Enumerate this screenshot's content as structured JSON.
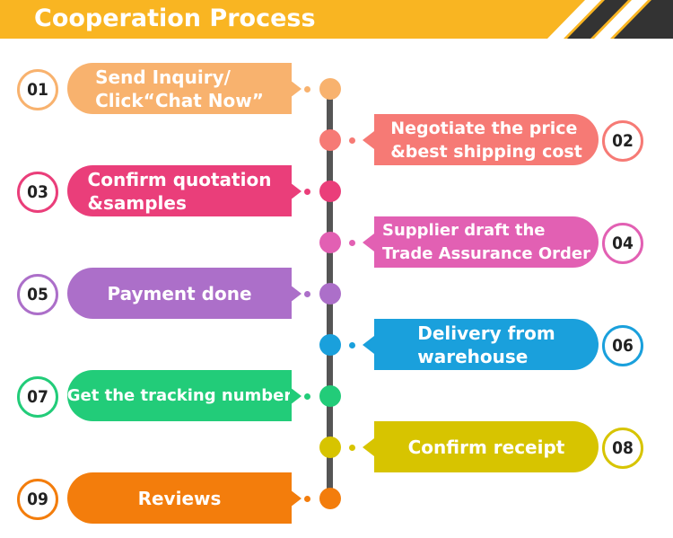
{
  "header": {
    "title": "Cooperation Process",
    "background": "#f9b522"
  },
  "steps": [
    {
      "num": "01",
      "lines": [
        "Send Inquiry/",
        "Click“Chat Now”"
      ],
      "color": "#f8b26e",
      "side": "left"
    },
    {
      "num": "02",
      "lines": [
        "Negotiate the price",
        "&best shipping cost"
      ],
      "color": "#f67a75",
      "side": "right"
    },
    {
      "num": "03",
      "lines": [
        "Confirm quotation",
        "&samples"
      ],
      "color": "#ea3e7a",
      "side": "left"
    },
    {
      "num": "04",
      "lines": [
        "Supplier draft the",
        "Trade Assurance Order"
      ],
      "color": "#e260b3",
      "side": "right"
    },
    {
      "num": "05",
      "lines": [
        "Payment done"
      ],
      "color": "#ac6fc9",
      "side": "left"
    },
    {
      "num": "06",
      "lines": [
        "Delivery from",
        "warehouse"
      ],
      "color": "#1aa0dc",
      "side": "right"
    },
    {
      "num": "07",
      "lines": [
        "Get the tracking number"
      ],
      "color": "#22cc79",
      "side": "left"
    },
    {
      "num": "08",
      "lines": [
        "Confirm receipt"
      ],
      "color": "#d7c400",
      "side": "right"
    },
    {
      "num": "09",
      "lines": [
        "Reviews"
      ],
      "color": "#f37d0c",
      "side": "left"
    }
  ]
}
